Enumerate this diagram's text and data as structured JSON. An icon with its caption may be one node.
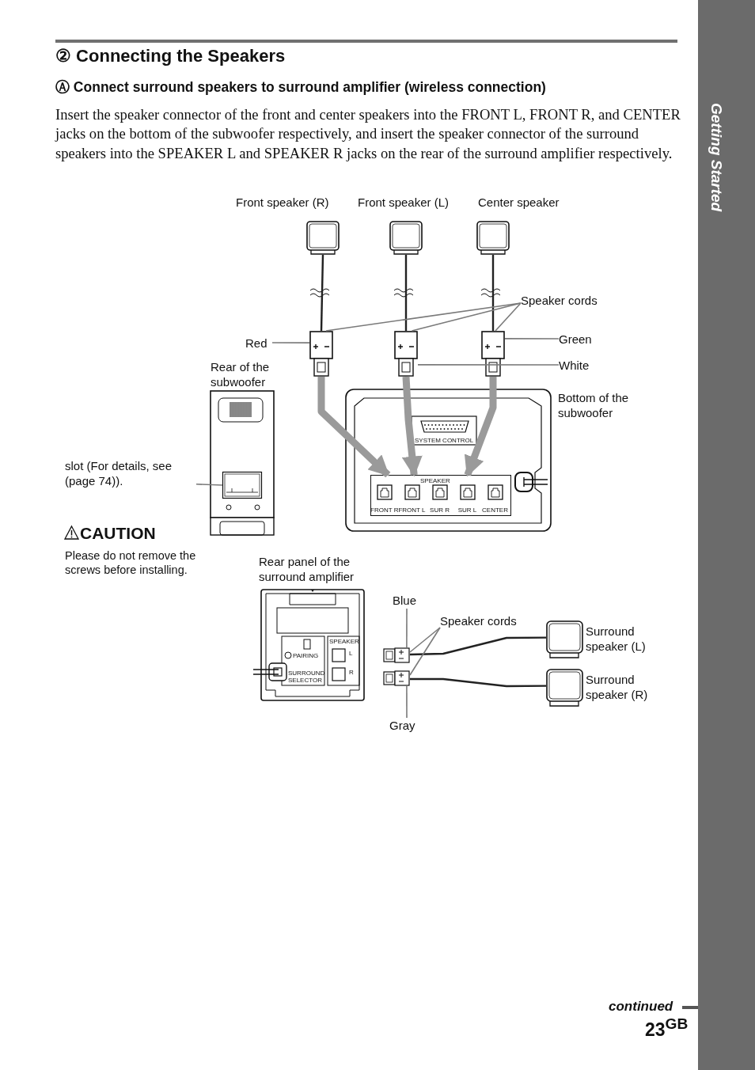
{
  "diagram": {
    "title": "② Connecting the Speakers",
    "nodes": [
      {
        "text": [
          "Front speaker (R)"
        ]
      },
      {
        "text": [
          "Front speaker (L)"
        ]
      },
      {
        "text": [
          "Center speaker"
        ]
      },
      {
        "text": [],
        "shape": "box"
      },
      {
        "text": [],
        "shape": "box"
      },
      {
        "text": [],
        "shape": "box"
      },
      {
        "text": [
          "Speaker cords"
        ]
      },
      {
        "text": [
          "Red"
        ]
      },
      {
        "text": [
          "Green"
        ]
      },
      {
        "text": [
          "White"
        ]
      },
      {
        "text": [
          "Rear of the subwoofer"
        ]
      },
      {
        "text": [
          "slot (For details, see (page 74))."
        ]
      },
      {
        "text": [],
        "shape": "box",
        "in": 10
      },
      {
        "text": [
          "Bottom of the subwoofer"
        ]
      },
      {
        "text": [
          "SPEAKER"
        ],
        "in": 13
      },
      {
        "text": [
          "Rear panel of the surround amplifier"
        ]
      },
      {
        "text": [
          "Surround speaker (L)"
        ]
      },
      {
        "text": [
          "Surround speaker (R)"
        ]
      },
      {
        "text": [],
        "shape": "box"
      },
      {
        "text": [],
        "shape": "box"
      },
      {
        "text": [
          "Blue"
        ]
      },
      {
        "text": [
          "Gray"
        ]
      },
      {
        "text": [
          "Speaker cords"
        ]
      }
    ],
    "edges": [
      {
        "from": 0,
        "to": 3,
        "arrow": "none",
        "color": "#222222"
      },
      {
        "from": 1,
        "to": 4,
        "arrow": "none",
        "color": "#222222"
      },
      {
        "from": 2,
        "to": 5,
        "arrow": "none",
        "color": "#222222"
      },
      {
        "from": 6,
        "to": 3,
        "arrow": "none"
      },
      {
        "from": 6,
        "to": 4,
        "arrow": "none"
      },
      {
        "from": 6,
        "to": 5,
        "arrow": "none"
      },
      {
        "from": 7,
        "to": 3,
        "arrow": "none"
      },
      {
        "from": 8,
        "to": 5,
        "arrow": "none"
      },
      {
        "from": 9,
        "to": 4,
        "arrow": "none"
      },
      {
        "from": 3,
        "to": 14,
        "arrow": "to",
        "style": "thick",
        "color": "#9a9a9a"
      },
      {
        "from": 4,
        "to": 14,
        "arrow": "to",
        "style": "thick",
        "color": "#9a9a9a"
      },
      {
        "from": 5,
        "to": 14,
        "arrow": "to",
        "style": "thick",
        "color": "#9a9a9a"
      },
      {
        "from": 11,
        "to": 12,
        "arrow": "none"
      },
      {
        "from": 18,
        "to": 16,
        "arrow": "none",
        "color": "#222222"
      },
      {
        "from": 19,
        "to": 17,
        "arrow": "none",
        "color": "#222222"
      },
      {
        "from": 20,
        "to": 18,
        "arrow": "none"
      },
      {
        "from": 21,
        "to": 19,
        "arrow": "none"
      },
      {
        "from": 22,
        "to": 18,
        "arrow": "none"
      },
      {
        "from": 22,
        "to": 19,
        "arrow": "none"
      }
    ],
    "labels": [
      "Ⓐ Connect surround speakers to surround amplifier (wireless connection)",
      "Insert the speaker connector of the front and center speakers into the FRONT L, FRONT R, and CENTER jacks on the bottom of the subwoofer respectively, and insert the speaker connector of the surround speakers into the SPEAKER L and SPEAKER R jacks on the rear of the surround amplifier respectively.",
      "CAUTION",
      "Please do not remove the screws before installing.",
      "Getting Started",
      "continued",
      "23$^{GB}$",
      "SYSTEM CONTROL",
      "FRONT R",
      "FRONT L",
      "SUR R",
      "SUR L",
      "CENTER",
      "PAIRING",
      "SURROUND SELECTOR",
      "SPEAKER",
      "L",
      "R"
    ]
  }
}
